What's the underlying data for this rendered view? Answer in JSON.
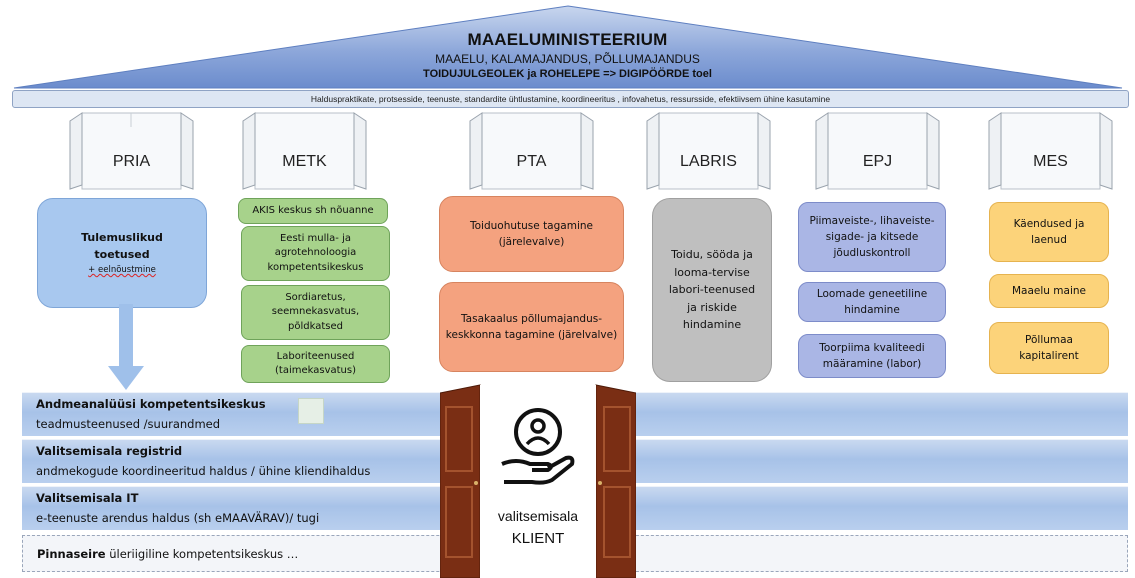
{
  "roof": {
    "title": "MAAELUMINISTEERIUM",
    "subtitle": "MAAELU, KALAMAJANDUS, PÕLLUMAJANDUS",
    "subtitle2": "TOIDUJULGEOLEK ja ROHELEPE => DIGIPÖÖRDE toel",
    "band": "Halduspraktikate, protsesside, teenuste, standardite ühtlustamine, koordineeritus , infovahetus, ressursside, efektiivsem ühine kasutamine"
  },
  "windows": [
    "PRIA",
    "METK",
    "PTA",
    "LABRIS",
    "EPJ",
    "MES"
  ],
  "pria": {
    "line1": "Tulemuslikud",
    "line2": "toetused",
    "line3": "+ eelnõustmine"
  },
  "metk": [
    "AKIS keskus  sh nõuanne",
    "Eesti mulla- ja agrotehnoloogia kompetentsikeskus",
    "Sordiaretus, seemnekasvatus, põldkatsed",
    "Laboriteenused (taimekasvatus)"
  ],
  "pta": [
    "Toiduohutuse tagamine (järelevalve)",
    "Tasakaalus põllumajandus-keskkonna tagamine (järelvalve)"
  ],
  "labris": "Toidu, sööda ja looma-tervise labori-teenused ja riskide hindamine",
  "epj": [
    "Piimaveiste-, lihaveiste-sigade- ja kitsede jõudluskontroll",
    "Loomade geneetiline hindamine",
    "Toorpiima kvaliteedi määramine (labor)"
  ],
  "mes": [
    "Käendused ja laenud",
    "Maaelu maine",
    "Põllumaa kapitalirent"
  ],
  "bars": [
    {
      "title": "Andmeanalüüsi kompetentsikeskus",
      "sub": "teadmusteenused /suurandmed"
    },
    {
      "title": "Valitsemisala registrid",
      "sub": "andmekogude koordineeritud haldus / ühine kliendihaldus"
    },
    {
      "title": "Valitsemisala IT",
      "sub": "e-teenuste arendus haldus (sh eMAAVÄRAV)/ tugi"
    }
  ],
  "last_bar": {
    "bold": "Pinnaseire",
    "rest": " üleriigiline kompetentsikeskus …"
  },
  "door": {
    "line1": "valitsemisala",
    "line2": "KLIENT"
  },
  "colors": {
    "roof": "#6e8ed0",
    "blue": "#a8c8ef",
    "green": "#a7d28b",
    "orange": "#f4a27f",
    "gray": "#bfbfbf",
    "purple": "#aab6e5",
    "yellow": "#fcd37a",
    "door": "#7a2e14"
  }
}
